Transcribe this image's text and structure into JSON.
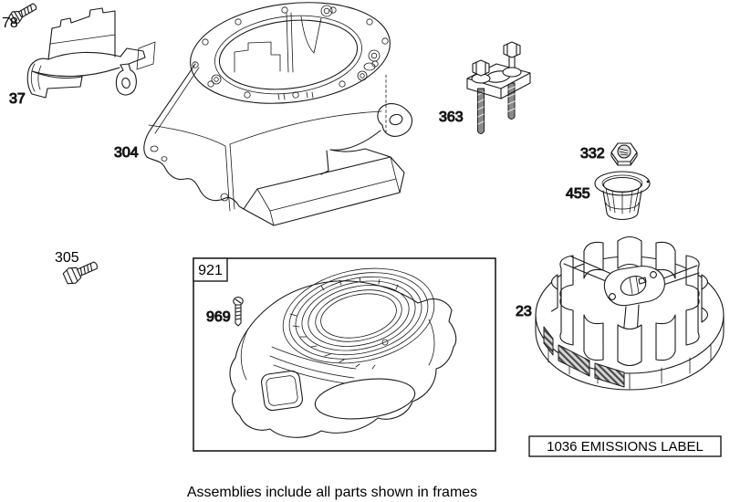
{
  "parts": [
    {
      "id": "screw-78",
      "label": "78"
    },
    {
      "id": "air-deflector-37",
      "label": "37"
    },
    {
      "id": "blower-housing-304",
      "label": "304"
    },
    {
      "id": "bolt-305",
      "label": "305"
    },
    {
      "id": "flywheel-puller-363",
      "label": "363"
    },
    {
      "id": "flywheel-nut-332",
      "label": "332"
    },
    {
      "id": "starter-cup-455",
      "label": "455"
    },
    {
      "id": "flywheel-23",
      "label": "23"
    },
    {
      "id": "assembly-frame-921",
      "label": "921"
    },
    {
      "id": "screw-969",
      "label": "969"
    }
  ],
  "callouts": {
    "emissions_label": "1036 EMISSIONS LABEL"
  },
  "caption": "Assemblies include all parts shown in frames",
  "colors": {
    "line": "#1a1a1a",
    "background": "#ffffff",
    "shading": "#8b8b8b"
  }
}
